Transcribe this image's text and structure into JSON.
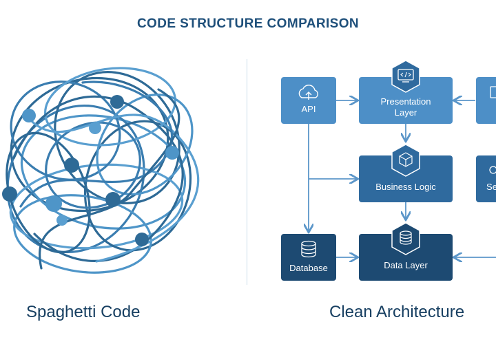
{
  "title": "CODE STRUCTURE COMPARISON",
  "left_label": "Spaghetti Code",
  "right_label": "Clean Architecture",
  "nodes": {
    "api": "API",
    "presentation_line1": "Presentation",
    "presentation_line2": "Layer",
    "business": "Business Logic",
    "database": "Database",
    "data_layer": "Data Layer",
    "services_partial": "Se"
  },
  "colors": {
    "title": "#1e4f7a",
    "box_light": "#4d8fc7",
    "box_mid": "#2f6a9e",
    "box_dark": "#1d4a72",
    "arrow": "#5b96c9",
    "tangle_dark": "#2e6a96",
    "tangle_light": "#4e95c8"
  }
}
